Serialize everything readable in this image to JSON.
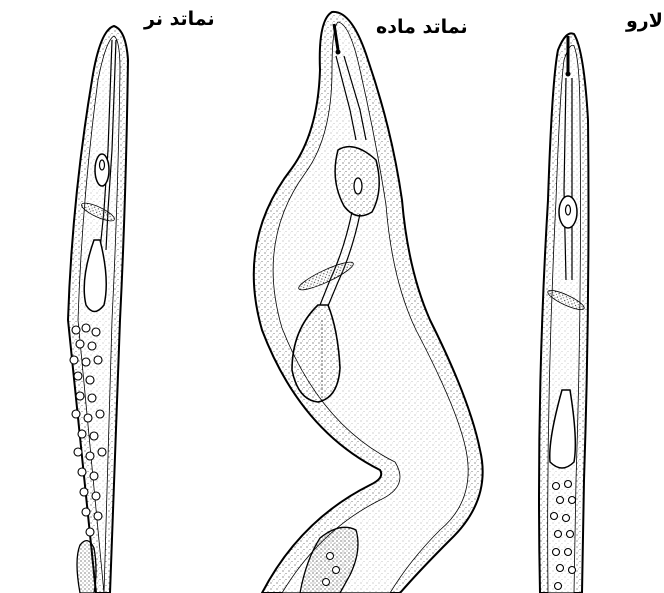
{
  "labels": {
    "male": "نماتد نر",
    "female": "نماتد ماده",
    "larva": "لارو"
  },
  "colors": {
    "ink": "#000000",
    "background": "#ffffff",
    "stipple": "#555555"
  }
}
